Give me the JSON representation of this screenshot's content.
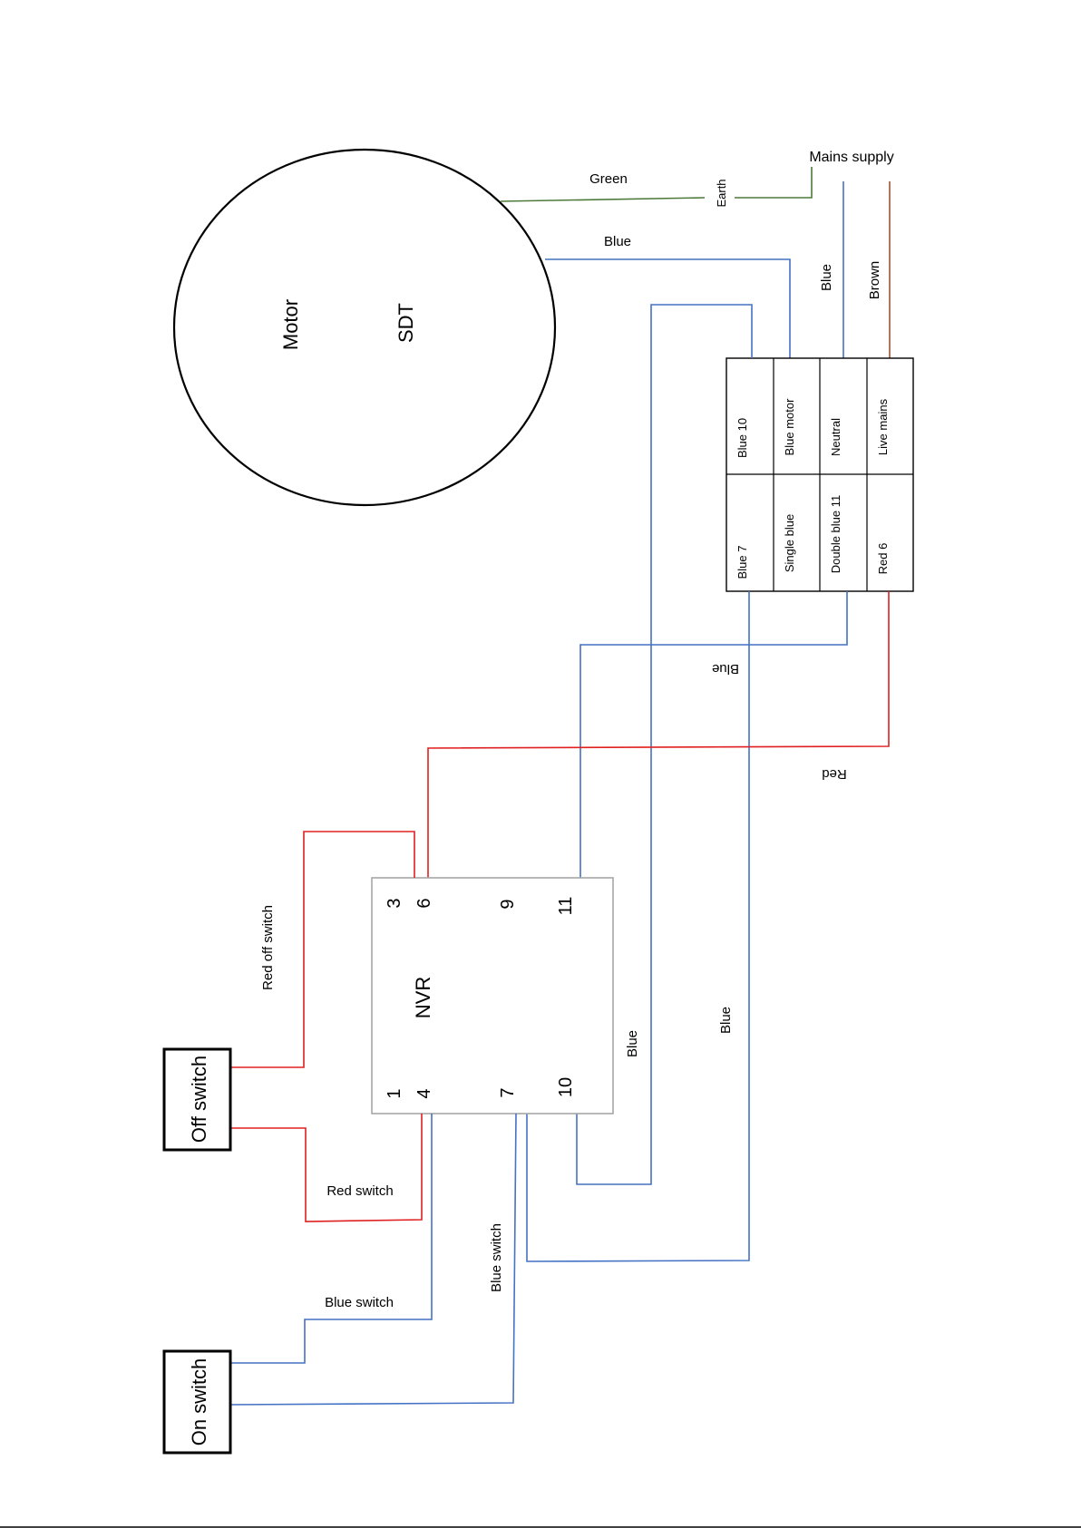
{
  "motor": {
    "title": "Motor",
    "subtitle": "SDT"
  },
  "mains": {
    "title": "Mains supply",
    "earth": "Earth",
    "blue": "Blue",
    "brown": "Brown"
  },
  "nvr": {
    "title": "NVR",
    "terminals": {
      "t1": "1",
      "t3": "3",
      "t4": "4",
      "t6": "6",
      "t7": "7",
      "t9": "9",
      "t10": "10",
      "t11": "11"
    }
  },
  "terminal_block": {
    "rows": [
      {
        "left": "Blue 7",
        "right": "Blue 10"
      },
      {
        "left": "Single blue",
        "right": "Blue motor"
      },
      {
        "left": "Double blue 11",
        "right": "Neutral"
      },
      {
        "left": "Red 6",
        "right": "Live mains"
      }
    ]
  },
  "switches": {
    "off": "Off switch",
    "on": "On switch"
  },
  "wire_labels": {
    "green": "Green",
    "blue_motor": "Blue",
    "blue_upside": "Blue",
    "red_upside": "Red",
    "red_off_switch": "Red off switch",
    "red_switch": "Red switch",
    "blue_switch": "Blue switch",
    "blue_switch_2": "Blue switch",
    "blue_nvr10": "Blue",
    "blue_nvr7": "Blue"
  },
  "colors": {
    "blue_wire": "#4472c4",
    "red_wire": "#e02020",
    "green_wire": "#4d7a3a",
    "brown_wire": "#a0522d",
    "nvr_border": "#a6a6a6"
  }
}
